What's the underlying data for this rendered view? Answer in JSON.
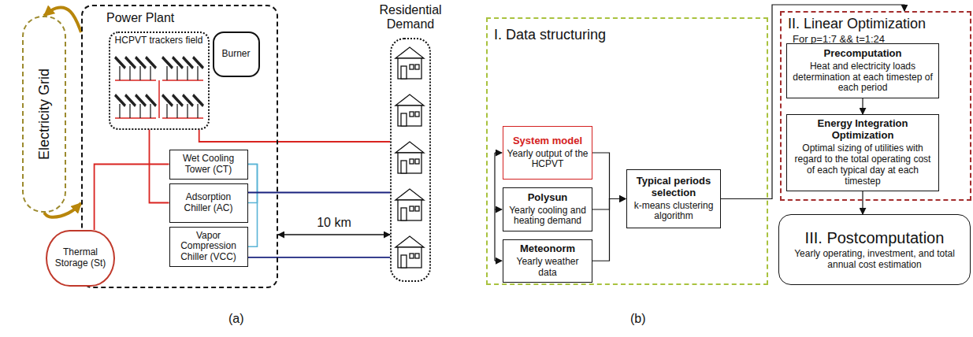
{
  "diagram": {
    "nodes": [
      {
        "text": [
          "Electricity Grid"
        ]
      },
      {
        "text": [
          "Power Plant"
        ]
      },
      {
        "text": [
          "HCPVT trackers field"
        ],
        "in": 1
      },
      {
        "text": [
          "Burner"
        ],
        "in": 1
      },
      {
        "text": [
          "Wet Cooling Tower (CT)"
        ],
        "in": 1
      },
      {
        "text": [
          "Adsorption Chiller (AC)"
        ],
        "in": 1
      },
      {
        "text": [
          "Vapor Compression Chiller (VCC)"
        ],
        "in": 1
      },
      {
        "text": [
          "Thermal Storage (St)"
        ]
      },
      {
        "text": [
          "Residential Demand"
        ]
      },
      {
        "text": [
          "I. Data structuring"
        ]
      },
      {
        "text": [
          "System model",
          "Yearly output of the HCPVT"
        ],
        "in": 9
      },
      {
        "text": [
          "Polysun",
          "Yearly cooling and heating demand"
        ],
        "in": 9
      },
      {
        "text": [
          "Meteonorm",
          "Yearly weather data"
        ],
        "in": 9
      },
      {
        "text": [
          "Typical periods selection",
          "k-means clustering algorithm"
        ],
        "in": 9
      },
      {
        "text": [
          "II. Linear Optimization",
          "For p=1:7 && t=1:24"
        ]
      },
      {
        "text": [
          "Precomputation",
          "Heat and electricity loads determination at each timestep of each period"
        ],
        "in": 14
      },
      {
        "text": [
          "Energy Integration Optimization",
          "Optimal sizing of utilities with regard to the total operating cost of each typical day at each timestep"
        ],
        "in": 14
      },
      {
        "text": [
          "III. Postcomputation",
          "Yearly operating, investment, and total annual cost estimation"
        ]
      }
    ],
    "edges": [
      {
        "from": 1,
        "to": 0,
        "arrow": "to"
      },
      {
        "from": 0,
        "to": 1,
        "arrow": "to"
      },
      {
        "from": 2,
        "to": 8,
        "arrow": "none"
      },
      {
        "from": 2,
        "to": 5,
        "arrow": "none"
      },
      {
        "from": 7,
        "to": 4,
        "arrow": "none"
      },
      {
        "from": 4,
        "to": 5,
        "arrow": "none"
      },
      {
        "from": 4,
        "to": 6,
        "arrow": "none"
      },
      {
        "from": 5,
        "to": 8,
        "arrow": "none"
      },
      {
        "from": 6,
        "to": 8,
        "arrow": "none"
      },
      {
        "from": 1,
        "to": 8,
        "label": "10 km",
        "arrow": "both"
      },
      {
        "from": 10,
        "to": 13,
        "arrow": "to"
      },
      {
        "from": 11,
        "to": 13,
        "arrow": "to"
      },
      {
        "from": 12,
        "to": 13,
        "arrow": "to"
      },
      {
        "from": 13,
        "to": 14,
        "arrow": "to"
      },
      {
        "from": 15,
        "to": 16,
        "arrow": "to"
      },
      {
        "from": 16,
        "to": 17,
        "arrow": "to"
      }
    ],
    "labels": [
      "(a)",
      "(b)"
    ]
  }
}
